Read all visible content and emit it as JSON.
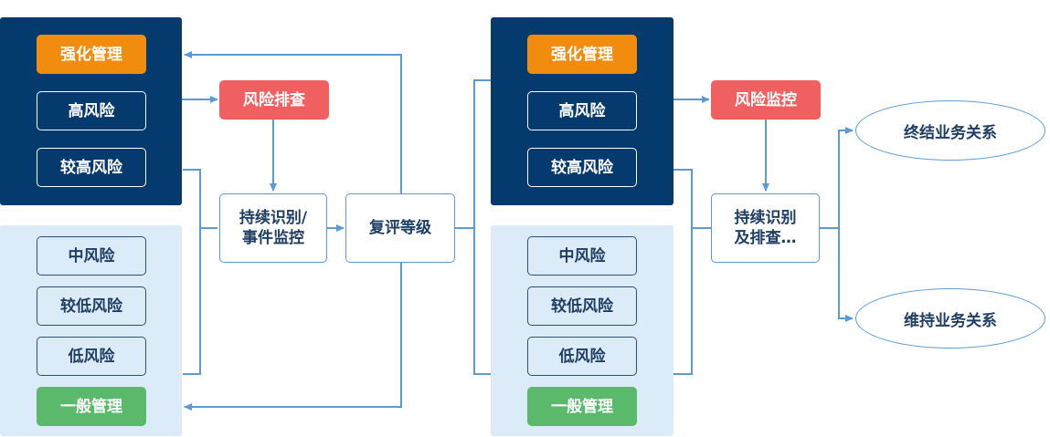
{
  "colors": {
    "dark_panel": "#053A6E",
    "light_panel": "#DCEBF8",
    "orange": "#F28C0F",
    "green": "#5BB96B",
    "red": "#F06060",
    "connector": "#5B9BD5"
  },
  "left": {
    "strengthen": "强化管理",
    "high": "高风险",
    "mid_high": "较高风险",
    "medium": "中风险",
    "mid_low": "较低风险",
    "low": "低风险",
    "general": "一般管理",
    "screening": "风险排查",
    "monitor_line1": "持续识别/",
    "monitor_line2": "事件监控"
  },
  "center": {
    "review": "复评等级"
  },
  "right": {
    "strengthen": "强化管理",
    "high": "高风险",
    "mid_high": "较高风险",
    "medium": "中风险",
    "mid_low": "较低风险",
    "low": "低风险",
    "general": "一般管理",
    "monitoring": "风险监控",
    "identify_line1": "持续识别",
    "identify_line2": "及排查…",
    "terminate": "终结业务关系",
    "maintain": "维持业务关系"
  }
}
